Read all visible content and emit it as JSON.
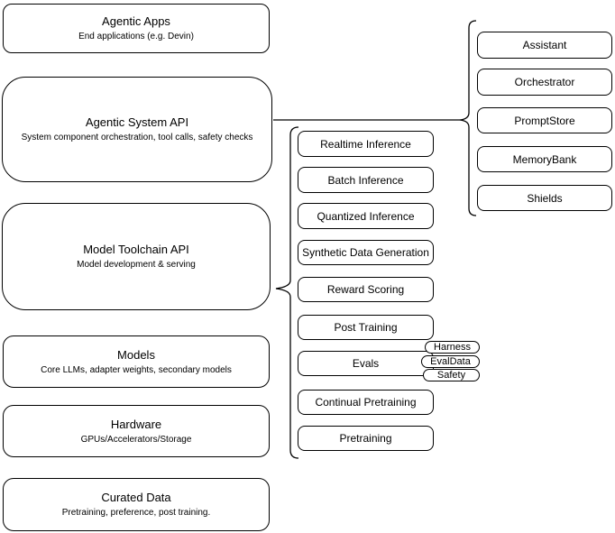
{
  "stack": {
    "boxes": [
      {
        "title": "Agentic Apps",
        "subtitle": "End applications (e.g. Devin)"
      },
      {
        "title": "Agentic System API",
        "subtitle": "System component orchestration, tool calls, safety checks"
      },
      {
        "title": "Model Toolchain API",
        "subtitle": "Model development & serving"
      },
      {
        "title": "Models",
        "subtitle": "Core LLMs, adapter weights, secondary models"
      },
      {
        "title": "Hardware",
        "subtitle": "GPUs/Accelerators/Storage"
      },
      {
        "title": "Curated Data",
        "subtitle": "Pretraining, preference, post training."
      }
    ]
  },
  "toolchain": {
    "items": [
      "Realtime Inference",
      "Batch Inference",
      "Quantized Inference",
      "Synthetic Data Generation",
      "Reward Scoring",
      "Post Training",
      "Evals",
      "Continual Pretraining",
      "Pretraining"
    ]
  },
  "evals_pills": [
    "Harness",
    "EvalData",
    "Safety"
  ],
  "system_components": [
    "Assistant",
    "Orchestrator",
    "PromptStore",
    "MemoryBank",
    "Shields"
  ],
  "colors": {
    "stroke": "#000000",
    "fill": "#ffffff",
    "background": "#ffffff"
  }
}
